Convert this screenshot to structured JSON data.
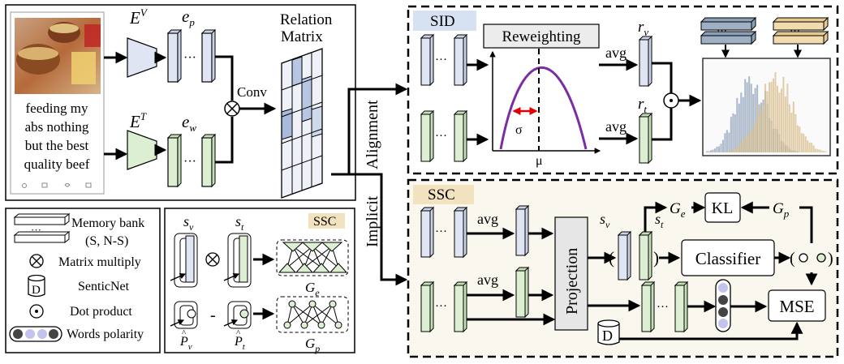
{
  "encoders": {
    "image_encoder": "E",
    "image_encoder_sup": "V",
    "text_encoder": "E",
    "text_encoder_sup": "T",
    "image_embed": "e",
    "image_embed_sub": "p",
    "text_embed": "e",
    "text_embed_sub": "w",
    "dots": "···"
  },
  "input_text_lines": [
    "feeding my",
    "abs nothing",
    "but the best",
    "quality beef"
  ],
  "conv_label": "Conv",
  "relation_matrix_lines": [
    "Relation",
    "Matrix"
  ],
  "implicit_label": "Implicit",
  "alignment_label": "Alignment",
  "legend": {
    "memory_bank_line1": "Memory bank",
    "memory_bank_line2": "(S, N-S)",
    "matrix_multiply": "Matrix multiply",
    "senticnet_symbol": "D",
    "senticnet": "SenticNet",
    "dot_product": "Dot product",
    "words_polarity": "Words polarity"
  },
  "ssc_mini": {
    "tag": "SSC",
    "s": "s",
    "sv_sub": "v",
    "st_sub": "t",
    "P": "P",
    "pv_sub": "v",
    "pt_sub": "t",
    "G": "G",
    "ge_sub": "e",
    "gp_sub": "p",
    "minus": "-"
  },
  "sid": {
    "tag": "SID",
    "reweighting": "Reweighting",
    "sigma": "σ",
    "mu": "μ",
    "avg": "avg",
    "r": "r",
    "rv_sub": "v",
    "rt_sub": "t"
  },
  "ssc": {
    "tag": "SSC",
    "avg": "avg",
    "projection": "Projection",
    "s": "s",
    "sv_sub": "v",
    "st_sub": "t",
    "G": "G",
    "ge_sub": "e",
    "gp_sub": "p",
    "kl": "KL",
    "classifier": "Classifier",
    "mse": "MSE",
    "d": "D",
    "open_paren": "(",
    "close_paren": ")"
  },
  "colors": {
    "blue_vec": "#dfe5f2",
    "green_vec": "#dcefd3",
    "sid_tag_bg": "#d6e2f2",
    "ssc_tag_bg": "#f2e2c0",
    "ssc_panel_bg": "#faf7ef",
    "curve": "#7a2ea2",
    "sigma_arrow": "#e00000",
    "hist_blue": "#9fb0c4",
    "hist_tan": "#d9bf8e"
  }
}
